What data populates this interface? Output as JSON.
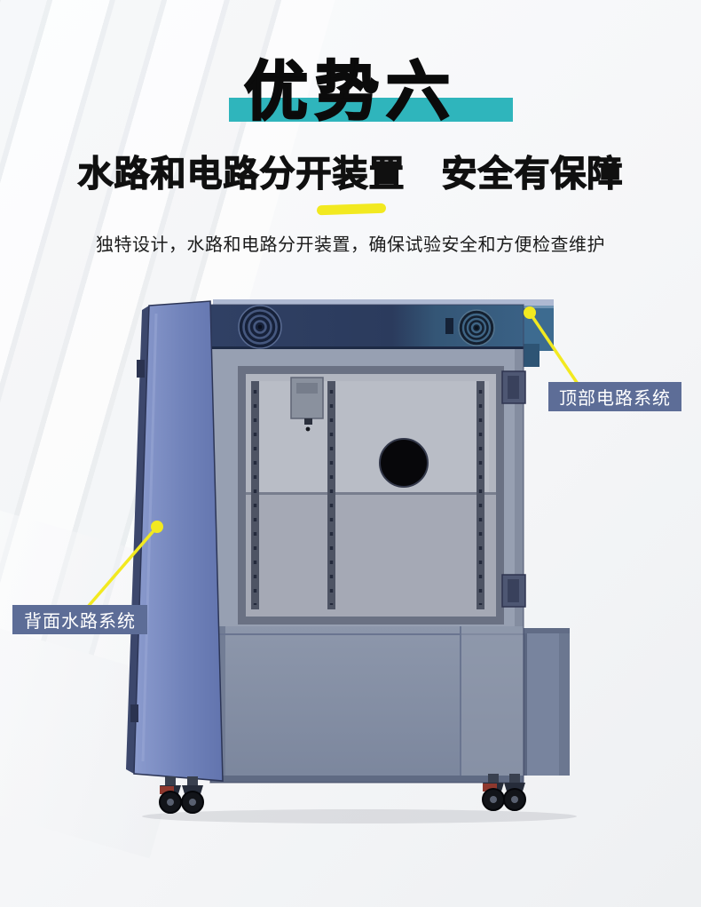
{
  "page": {
    "title": "优势六",
    "headline": "水路和电路分开装置　安全有保障",
    "description": "独特设计，水路和电路分开装置，确保试验安全和方便检查维护"
  },
  "callouts": {
    "top_circuit": "顶部电路系统",
    "back_water": "背面水路系统"
  },
  "colors": {
    "accent_teal": "#2fb5bc",
    "accent_yellow": "#f2e920",
    "callout_bg": "#5d6d97",
    "panel_blue": "#7183ba",
    "band_navy": "#2c3c5e"
  }
}
